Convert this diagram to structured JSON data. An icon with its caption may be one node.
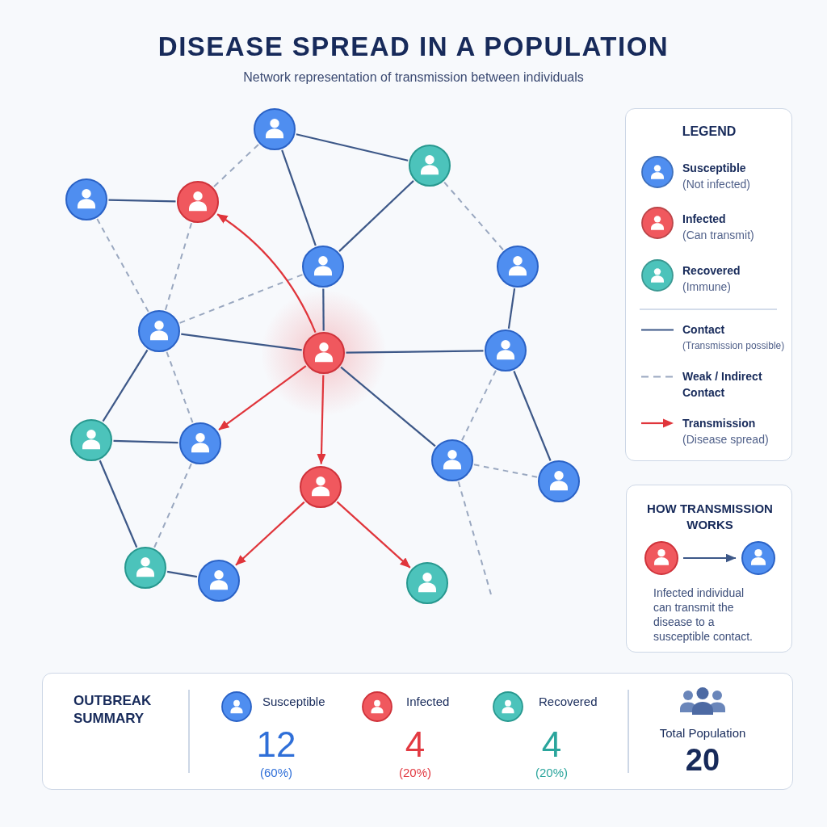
{
  "diagram": {
    "title": "DISEASE SPREAD IN A POPULATION",
    "nodes": [
      {
        "text": [],
        "shape": "circle"
      },
      {
        "text": [],
        "shape": "circle"
      },
      {
        "text": [],
        "shape": "circle"
      },
      {
        "text": [],
        "shape": "circle"
      },
      {
        "text": [],
        "shape": "circle"
      },
      {
        "text": [],
        "shape": "circle"
      },
      {
        "text": [],
        "shape": "circle"
      },
      {
        "text": [],
        "shape": "circle"
      },
      {
        "text": [],
        "shape": "circle"
      },
      {
        "text": [],
        "shape": "circle"
      },
      {
        "text": [],
        "shape": "circle"
      },
      {
        "text": [],
        "shape": "circle"
      },
      {
        "text": [],
        "shape": "circle"
      },
      {
        "text": [],
        "shape": "circle"
      },
      {
        "text": [],
        "shape": "circle"
      },
      {
        "text": [],
        "shape": "circle"
      },
      {
        "text": [],
        "shape": "circle"
      },
      {
        "text": [
          "HOW TRANSMISSION WORKS",
          "Infected individual can transmit the disease to a susceptible contact."
        ]
      },
      {
        "text": [],
        "shape": "circle",
        "in": 17
      },
      {
        "text": [],
        "shape": "circle",
        "in": 17
      },
      {
        "text": [
          "OUTBREAK SUMMARY",
          "Susceptible",
          "12",
          "(60%)",
          "Infected",
          "4",
          "(20%)",
          "Recovered",
          "4",
          "(20%)",
          "Total Population",
          "20"
        ]
      }
    ],
    "edges": [
      {
        "from": 0,
        "to": 1,
        "arrow": "none"
      },
      {
        "from": 0,
        "to": 4,
        "arrow": "none"
      },
      {
        "from": 0,
        "to": 3,
        "arrow": "none",
        "style": "dashed",
        "color": "#9aa8c0"
      },
      {
        "from": 2,
        "to": 3,
        "arrow": "none"
      },
      {
        "from": 2,
        "to": 6,
        "arrow": "none",
        "style": "dashed",
        "color": "#9aa8c0"
      },
      {
        "from": 3,
        "to": 6,
        "arrow": "none",
        "style": "dashed",
        "color": "#9aa8c0"
      },
      {
        "from": 1,
        "to": 4,
        "arrow": "none"
      },
      {
        "from": 1,
        "to": 5,
        "arrow": "none",
        "style": "dashed",
        "color": "#9aa8c0"
      },
      {
        "from": 4,
        "to": 6,
        "arrow": "none",
        "style": "dashed",
        "color": "#9aa8c0"
      },
      {
        "from": 4,
        "to": 7,
        "arrow": "none"
      },
      {
        "from": 6,
        "to": 7,
        "arrow": "none"
      },
      {
        "from": 7,
        "to": 8,
        "arrow": "none"
      },
      {
        "from": 5,
        "to": 8,
        "arrow": "none"
      },
      {
        "from": 7,
        "to": 11,
        "arrow": "none"
      },
      {
        "from": 7,
        "to": 3,
        "arrow": "to",
        "color": "#e0353b"
      },
      {
        "from": 7,
        "to": 10,
        "arrow": "to",
        "color": "#e0353b"
      },
      {
        "from": 7,
        "to": 12,
        "arrow": "to",
        "color": "#e0353b"
      },
      {
        "from": 6,
        "to": 9,
        "arrow": "none"
      },
      {
        "from": 6,
        "to": 10,
        "arrow": "none",
        "style": "dashed",
        "color": "#9aa8c0"
      },
      {
        "from": 9,
        "to": 10,
        "arrow": "none"
      },
      {
        "from": 8,
        "to": 11,
        "arrow": "none",
        "style": "dashed",
        "color": "#9aa8c0"
      },
      {
        "from": 8,
        "to": 13,
        "arrow": "none"
      },
      {
        "from": 11,
        "to": 13,
        "arrow": "none",
        "style": "dashed",
        "color": "#9aa8c0"
      },
      {
        "from": 11,
        "to": null,
        "arrow": "none",
        "style": "dashed",
        "color": "#9aa8c0"
      },
      {
        "from": 9,
        "to": 14,
        "arrow": "none"
      },
      {
        "from": 10,
        "to": 14,
        "arrow": "none",
        "style": "dashed",
        "color": "#9aa8c0"
      },
      {
        "from": 12,
        "to": 15,
        "arrow": "to",
        "color": "#e0353b"
      },
      {
        "from": 12,
        "to": 16,
        "arrow": "to",
        "color": "#e0353b"
      },
      {
        "from": 14,
        "to": 15,
        "arrow": "none"
      },
      {
        "from": 18,
        "to": 19,
        "arrow": "to"
      }
    ],
    "labels": [
      "Network representation of transmission between individuals",
      "LEGEND"
    ],
    "legend": [
      {
        "text": "**Susceptible** (Not infected)",
        "color": "#4f8ef0"
      },
      {
        "text": "**Infected** (Can transmit)",
        "color": "#f0585e"
      },
      {
        "text": "**Recovered** (Immune)",
        "color": "#4cc3bb"
      },
      {
        "text": "**Contact** (Transmission possible)"
      },
      {
        "text": "Weak / Indirect Contact"
      },
      {
        "text": "**Transmission** (Disease spread)"
      }
    ]
  }
}
